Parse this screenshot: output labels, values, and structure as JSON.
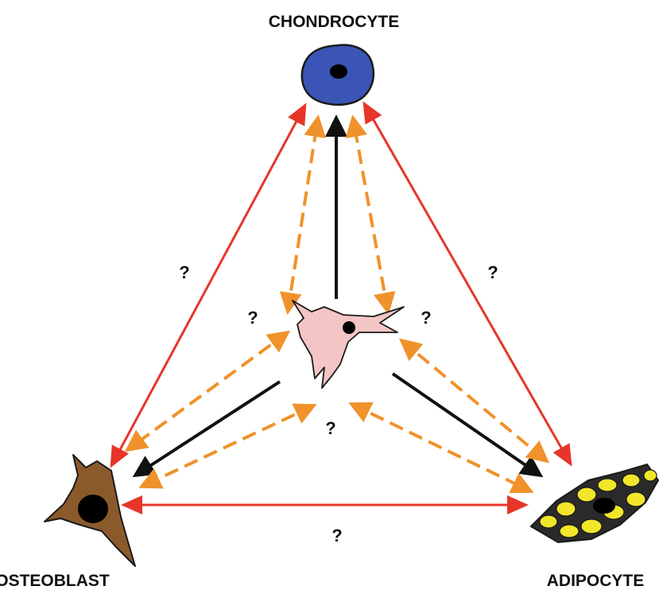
{
  "labels": {
    "chondrocyte": "CHONDROCYTE",
    "osteoblast": "OSTEOBLAST",
    "adipocyte": "ADIPOCYTE"
  },
  "question_marks": {
    "left_edge": "?",
    "right_edge": "?",
    "bottom_edge": "?",
    "center_left": "?",
    "center_right": "?",
    "center_bottom": "?"
  },
  "colors": {
    "transdifferentiation_arrow": "#e8352a",
    "dedifferentiation_arrow": "#f0922b",
    "differentiation_arrow": "#111111",
    "chondrocyte_fill": "#3a55b5",
    "osteoblast_fill": "#8b5a2b",
    "adipocyte_droplet": "#f2e62a",
    "mesenchymal_cell_fill": "#f4c5c5"
  }
}
